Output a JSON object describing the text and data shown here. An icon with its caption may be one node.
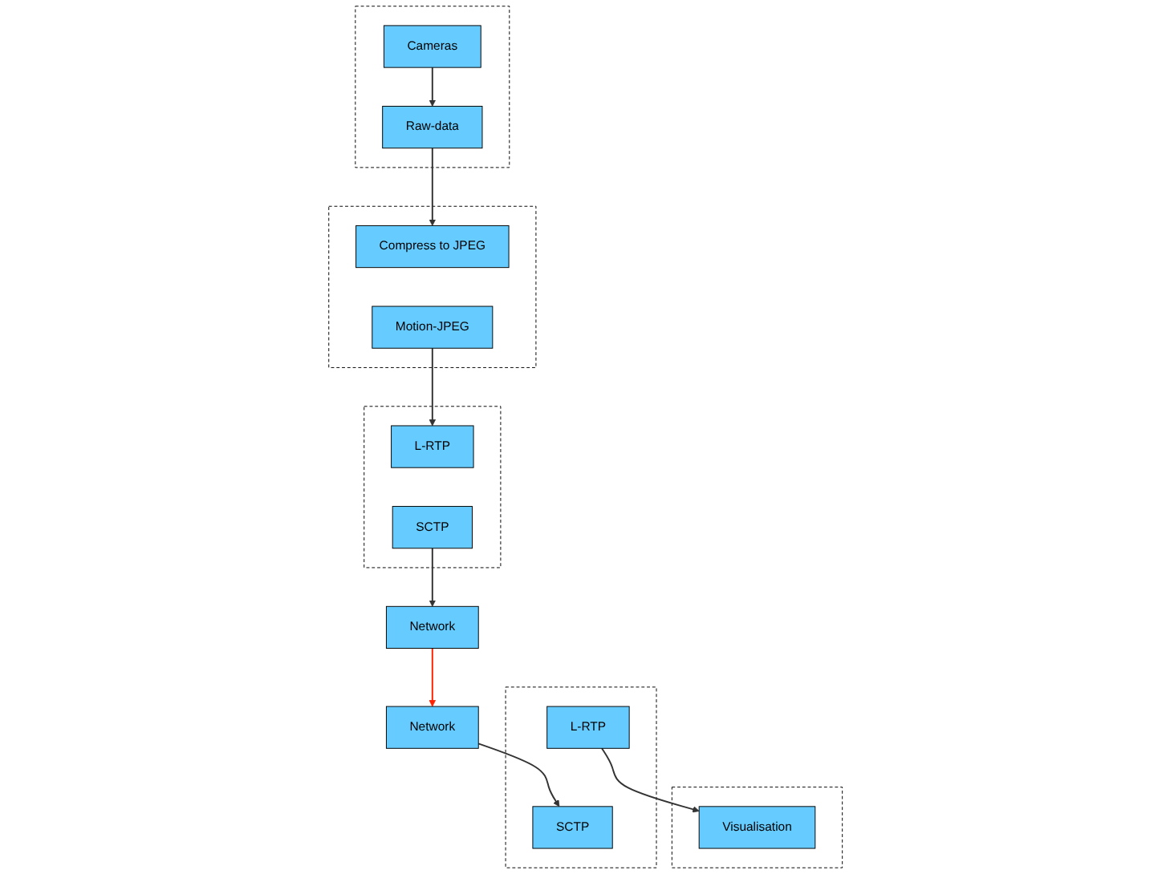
{
  "diagram": {
    "nodes": [
      {
        "text": [],
        "shape": "box"
      },
      {
        "text": [
          "Cameras"
        ],
        "in": 0
      },
      {
        "text": [
          "Raw-data"
        ],
        "in": 0
      },
      {
        "text": [],
        "shape": "box"
      },
      {
        "text": [
          "Compress to JPEG"
        ],
        "in": 3
      },
      {
        "text": [
          "Motion-JPEG"
        ],
        "in": 3
      },
      {
        "text": [],
        "shape": "box"
      },
      {
        "text": [
          "L-RTP"
        ],
        "in": 6
      },
      {
        "text": [
          "SCTP"
        ],
        "in": 6
      },
      {
        "text": [
          "Network"
        ]
      },
      {
        "text": [],
        "shape": "box"
      },
      {
        "text": [
          "Visualisation"
        ],
        "in": 10
      },
      {
        "text": [],
        "shape": "box"
      },
      {
        "text": [
          "L-RTP"
        ],
        "in": 12
      },
      {
        "text": [
          "SCTP"
        ],
        "in": 12
      },
      {
        "text": [
          "Network"
        ]
      }
    ],
    "edges": [
      {
        "from": 1,
        "to": 2,
        "arrow": "to"
      },
      {
        "from": 2,
        "to": 4,
        "arrow": "to"
      },
      {
        "from": 5,
        "to": 7,
        "arrow": "to"
      },
      {
        "from": 8,
        "to": 9,
        "arrow": "to"
      },
      {
        "from": 9,
        "to": 15,
        "arrow": "to",
        "color": "#ff2200"
      },
      {
        "from": 15,
        "to": 14,
        "arrow": "to"
      },
      {
        "from": 13,
        "to": 11,
        "arrow": "to"
      }
    ]
  }
}
